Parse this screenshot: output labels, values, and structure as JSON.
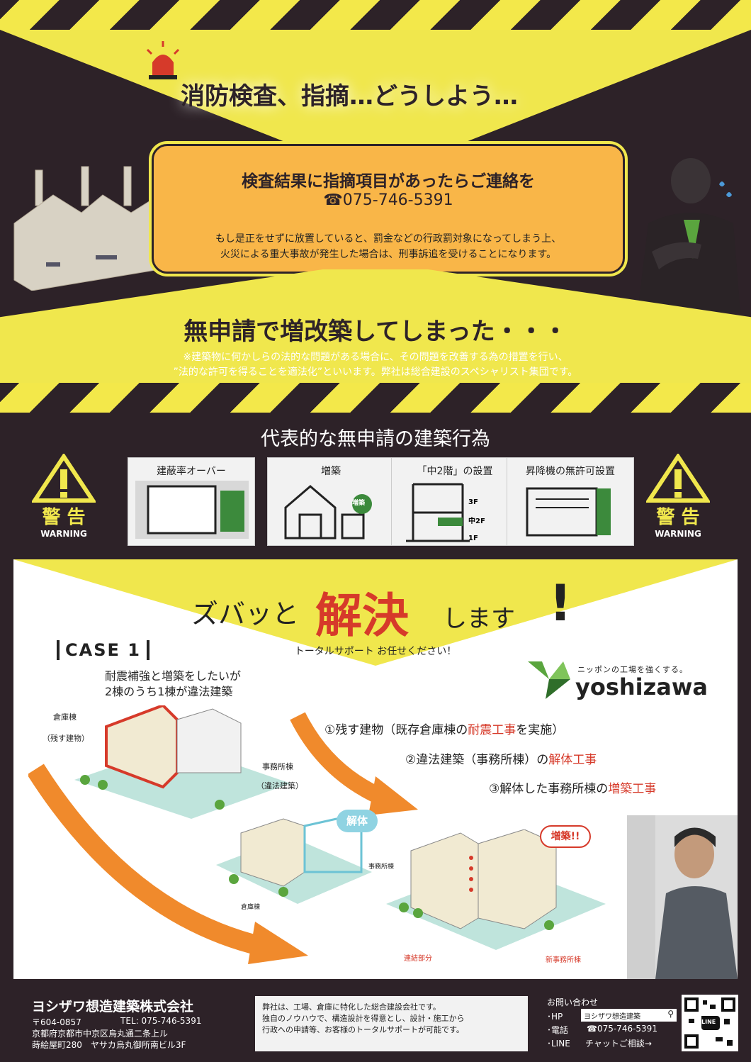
{
  "top": {
    "headline": "消防検査、指摘…どうしよう…",
    "box_title": "検査結果に指摘項目があったらご連絡を",
    "box_phone": "☎075-746-5391",
    "box_body_1": "もし是正をせずに放置していると、罰金などの行政罰対象になってしまう上、",
    "box_body_2": "火災による重大事故が発生した場合は、刑事訴追を受けることになります。",
    "sub_headline": "無申請で増改築してしまった・・・",
    "note_1": "※建築物に何かしらの法的な問題がある場合に、その問題を改善する為の措置を行い、",
    "note_2": "”法的な許可を得ることを適法化”といいます。弊社は総合建設のスペシャリスト集団です。"
  },
  "acts": {
    "title": "代表的な無申請の建築行為",
    "warning_kanji": "警 告",
    "warning_en": "WARNING",
    "cards": [
      {
        "label": "建蔽率オーバー"
      },
      {
        "label": "増築",
        "badge": "増築"
      },
      {
        "label": "「中2階」の設置",
        "f3": "3F",
        "f2": "中2F",
        "f1": "1F"
      },
      {
        "label": "昇降機の無許可設置"
      }
    ]
  },
  "solve": {
    "prefix": "ズバッと",
    "key": "解決",
    "suffix": "します",
    "excl": "!",
    "tagline": "トータルサポート お任せください！",
    "case": "CASE 1",
    "case_desc_1": "耐震補強と増築をしたいが",
    "case_desc_2": "2棟のうち1棟が違法建築",
    "brand_tag": "ニッポンの工場を強くする。",
    "brand": "yoshizawa",
    "step1_a": "①残す建物（既存倉庫棟の",
    "step1_red": "耐震工事",
    "step1_b": "を実施）",
    "step2_a": "②違法建築（事務所棟）の",
    "step2_red": "解体工事",
    "step3_a": "③解体した事務所棟の",
    "step3_red": "増築工事",
    "lbl_warehouse": "倉庫棟",
    "lbl_keep": "（残す建物）",
    "lbl_office": "事務所棟",
    "lbl_illegal": "（違法建築）",
    "bubble_demolish": "解体",
    "lbl_office_small": "事務所棟",
    "lbl_warehouse_small": "倉庫棟",
    "bubble_extend": "増築!!",
    "lbl_joint": "連結部分",
    "lbl_new_office": "新事務所棟"
  },
  "footer": {
    "company": "ヨシザワ想造建築株式会社",
    "zip": "〒604-0857",
    "tel": "TEL: 075-746-5391",
    "addr1": "京都府京都市中京区烏丸通二条上ル",
    "addr2": "蒔絵屋町280　ヤサカ烏丸御所南ビル3F",
    "desc1": "弊社は、工場、倉庫に特化した総合建設会社です。",
    "desc2": "独自のノウハウで、構造設計を得意とし、設計・施工から",
    "desc3": "行政への申請等、お客様のトータルサポートが可能です。",
    "contact": "お問い合わせ",
    "hp_label": "･HP",
    "hp_search": "ヨシザワ想造建築",
    "phone_label": "･電話",
    "phone": "☎075-746-5391",
    "line_label": "･LINE",
    "line_text": "チャットご相談→",
    "qr_label": "LINE"
  }
}
